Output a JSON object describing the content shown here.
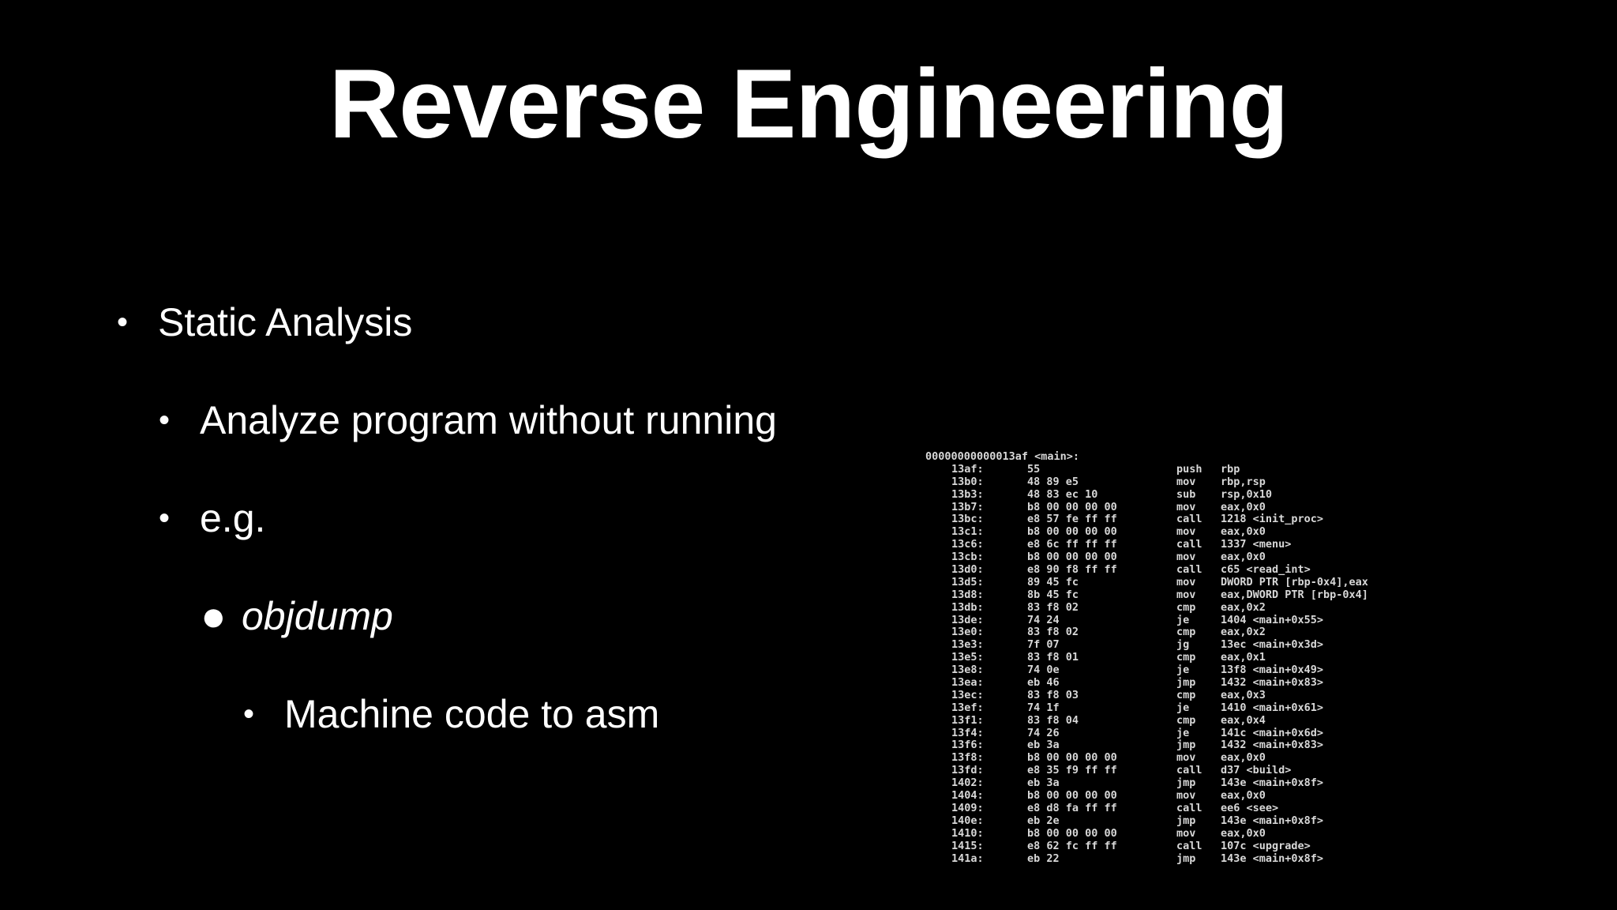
{
  "slide": {
    "title": "Reverse Engineering",
    "bullets": [
      {
        "level": 1,
        "text": "Static Analysis",
        "bullet": "•"
      },
      {
        "level": 2,
        "text": "Analyze program without running",
        "bullet": "•"
      },
      {
        "level": 2,
        "text": "e.g.",
        "bullet": "•"
      },
      {
        "level": 3,
        "text": "objdump",
        "bullet": "●"
      },
      {
        "level": 4,
        "text": "Machine code to asm",
        "bullet": "•"
      }
    ]
  },
  "disassembly": {
    "header": "00000000000013af <main>:",
    "rows": [
      {
        "addr": "13af:",
        "bytes": "55",
        "op": "push",
        "args": "rbp"
      },
      {
        "addr": "13b0:",
        "bytes": "48 89 e5",
        "op": "mov",
        "args": "rbp,rsp"
      },
      {
        "addr": "13b3:",
        "bytes": "48 83 ec 10",
        "op": "sub",
        "args": "rsp,0x10"
      },
      {
        "addr": "13b7:",
        "bytes": "b8 00 00 00 00",
        "op": "mov",
        "args": "eax,0x0"
      },
      {
        "addr": "13bc:",
        "bytes": "e8 57 fe ff ff",
        "op": "call",
        "args": "1218 <init_proc>"
      },
      {
        "addr": "13c1:",
        "bytes": "b8 00 00 00 00",
        "op": "mov",
        "args": "eax,0x0"
      },
      {
        "addr": "13c6:",
        "bytes": "e8 6c ff ff ff",
        "op": "call",
        "args": "1337 <menu>"
      },
      {
        "addr": "13cb:",
        "bytes": "b8 00 00 00 00",
        "op": "mov",
        "args": "eax,0x0"
      },
      {
        "addr": "13d0:",
        "bytes": "e8 90 f8 ff ff",
        "op": "call",
        "args": "c65 <read_int>"
      },
      {
        "addr": "13d5:",
        "bytes": "89 45 fc",
        "op": "mov",
        "args": "DWORD PTR [rbp-0x4],eax"
      },
      {
        "addr": "13d8:",
        "bytes": "8b 45 fc",
        "op": "mov",
        "args": "eax,DWORD PTR [rbp-0x4]"
      },
      {
        "addr": "13db:",
        "bytes": "83 f8 02",
        "op": "cmp",
        "args": "eax,0x2"
      },
      {
        "addr": "13de:",
        "bytes": "74 24",
        "op": "je",
        "args": "1404 <main+0x55>"
      },
      {
        "addr": "13e0:",
        "bytes": "83 f8 02",
        "op": "cmp",
        "args": "eax,0x2"
      },
      {
        "addr": "13e3:",
        "bytes": "7f 07",
        "op": "jg",
        "args": "13ec <main+0x3d>"
      },
      {
        "addr": "13e5:",
        "bytes": "83 f8 01",
        "op": "cmp",
        "args": "eax,0x1"
      },
      {
        "addr": "13e8:",
        "bytes": "74 0e",
        "op": "je",
        "args": "13f8 <main+0x49>"
      },
      {
        "addr": "13ea:",
        "bytes": "eb 46",
        "op": "jmp",
        "args": "1432 <main+0x83>"
      },
      {
        "addr": "13ec:",
        "bytes": "83 f8 03",
        "op": "cmp",
        "args": "eax,0x3"
      },
      {
        "addr": "13ef:",
        "bytes": "74 1f",
        "op": "je",
        "args": "1410 <main+0x61>"
      },
      {
        "addr": "13f1:",
        "bytes": "83 f8 04",
        "op": "cmp",
        "args": "eax,0x4"
      },
      {
        "addr": "13f4:",
        "bytes": "74 26",
        "op": "je",
        "args": "141c <main+0x6d>"
      },
      {
        "addr": "13f6:",
        "bytes": "eb 3a",
        "op": "jmp",
        "args": "1432 <main+0x83>"
      },
      {
        "addr": "13f8:",
        "bytes": "b8 00 00 00 00",
        "op": "mov",
        "args": "eax,0x0"
      },
      {
        "addr": "13fd:",
        "bytes": "e8 35 f9 ff ff",
        "op": "call",
        "args": "d37 <build>"
      },
      {
        "addr": "1402:",
        "bytes": "eb 3a",
        "op": "jmp",
        "args": "143e <main+0x8f>"
      },
      {
        "addr": "1404:",
        "bytes": "b8 00 00 00 00",
        "op": "mov",
        "args": "eax,0x0"
      },
      {
        "addr": "1409:",
        "bytes": "e8 d8 fa ff ff",
        "op": "call",
        "args": "ee6 <see>"
      },
      {
        "addr": "140e:",
        "bytes": "eb 2e",
        "op": "jmp",
        "args": "143e <main+0x8f>"
      },
      {
        "addr": "1410:",
        "bytes": "b8 00 00 00 00",
        "op": "mov",
        "args": "eax,0x0"
      },
      {
        "addr": "1415:",
        "bytes": "e8 62 fc ff ff",
        "op": "call",
        "args": "107c <upgrade>"
      },
      {
        "addr": "141a:",
        "bytes": "eb 22",
        "op": "jmp",
        "args": "143e <main+0x8f>"
      }
    ]
  },
  "colors": {
    "background": "#000000",
    "text": "#ffffff",
    "asm_text": "#d8d8d8"
  }
}
